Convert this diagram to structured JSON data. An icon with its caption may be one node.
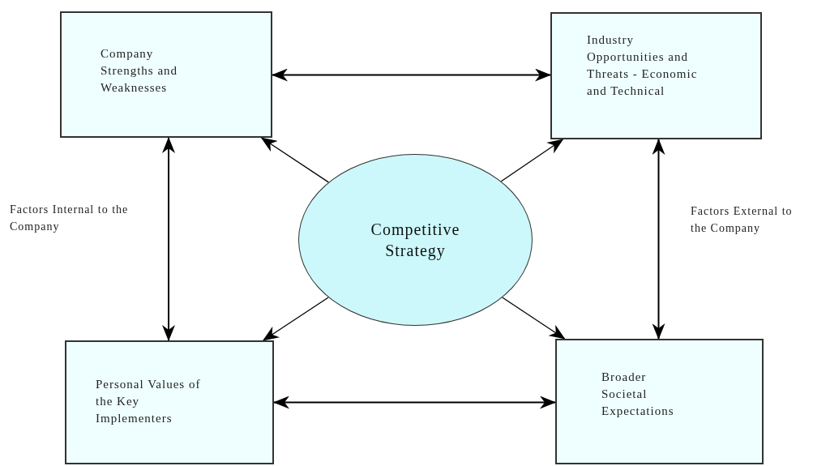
{
  "diagram": {
    "nodes": [
      {
        "text": [
          "Company Strengths and Weaknesses"
        ]
      },
      {
        "text": [
          "Industry Opportunities and Threats - Economic and Technical"
        ]
      },
      {
        "text": [
          "Competitive Strategy"
        ]
      },
      {
        "text": [
          "Personal Values of the Key Implementers"
        ]
      },
      {
        "text": [
          "Broader Societal Expectations"
        ]
      }
    ],
    "edges": [
      {
        "from": 0,
        "to": 1,
        "arrow": "both"
      },
      {
        "from": 0,
        "to": 3,
        "arrow": "both"
      },
      {
        "from": 1,
        "to": 4,
        "arrow": "both"
      },
      {
        "from": 3,
        "to": 4,
        "arrow": "both"
      },
      {
        "from": 2,
        "to": 0,
        "arrow": "to"
      },
      {
        "from": 2,
        "to": 1,
        "arrow": "to"
      },
      {
        "from": 2,
        "to": 3,
        "arrow": "to"
      },
      {
        "from": 2,
        "to": 4,
        "arrow": "to"
      }
    ],
    "labels": [
      "Factors Internal to the Company",
      "Factors External to the Company"
    ]
  }
}
